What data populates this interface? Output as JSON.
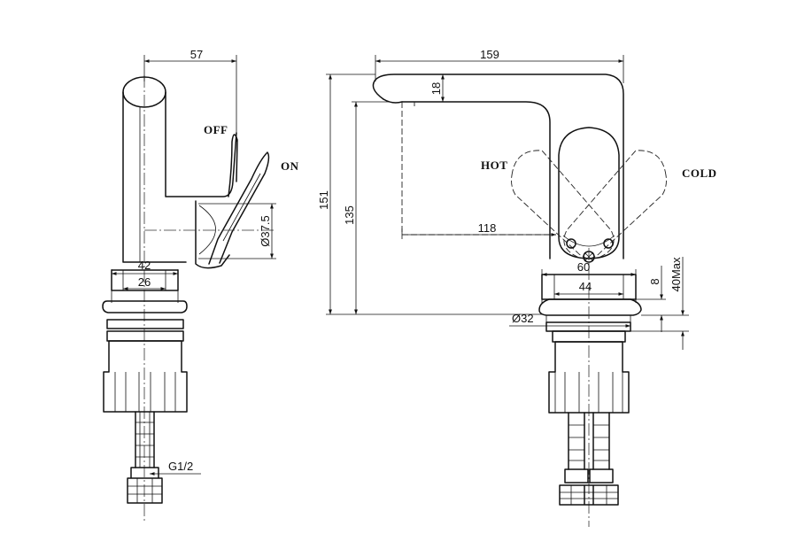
{
  "dimensions": {
    "side_reach": "57",
    "side_body_width": "42",
    "side_thread_width": "26",
    "side_joint_diameter": "Ø37.5",
    "side_thread": "G1/2",
    "front_total_length": "159",
    "front_spout_thickness": "18",
    "front_total_height": "151",
    "front_outlet_height": "135",
    "front_outlet_reach": "118",
    "front_flange_width": "60",
    "front_base_width": "44",
    "front_shank_diameter": "Ø32",
    "front_flange_height": "8",
    "front_deck_thickness": "40Max"
  },
  "labels": {
    "off": "OFF",
    "on": "ON",
    "hot": "HOT",
    "cold": "COLD"
  }
}
